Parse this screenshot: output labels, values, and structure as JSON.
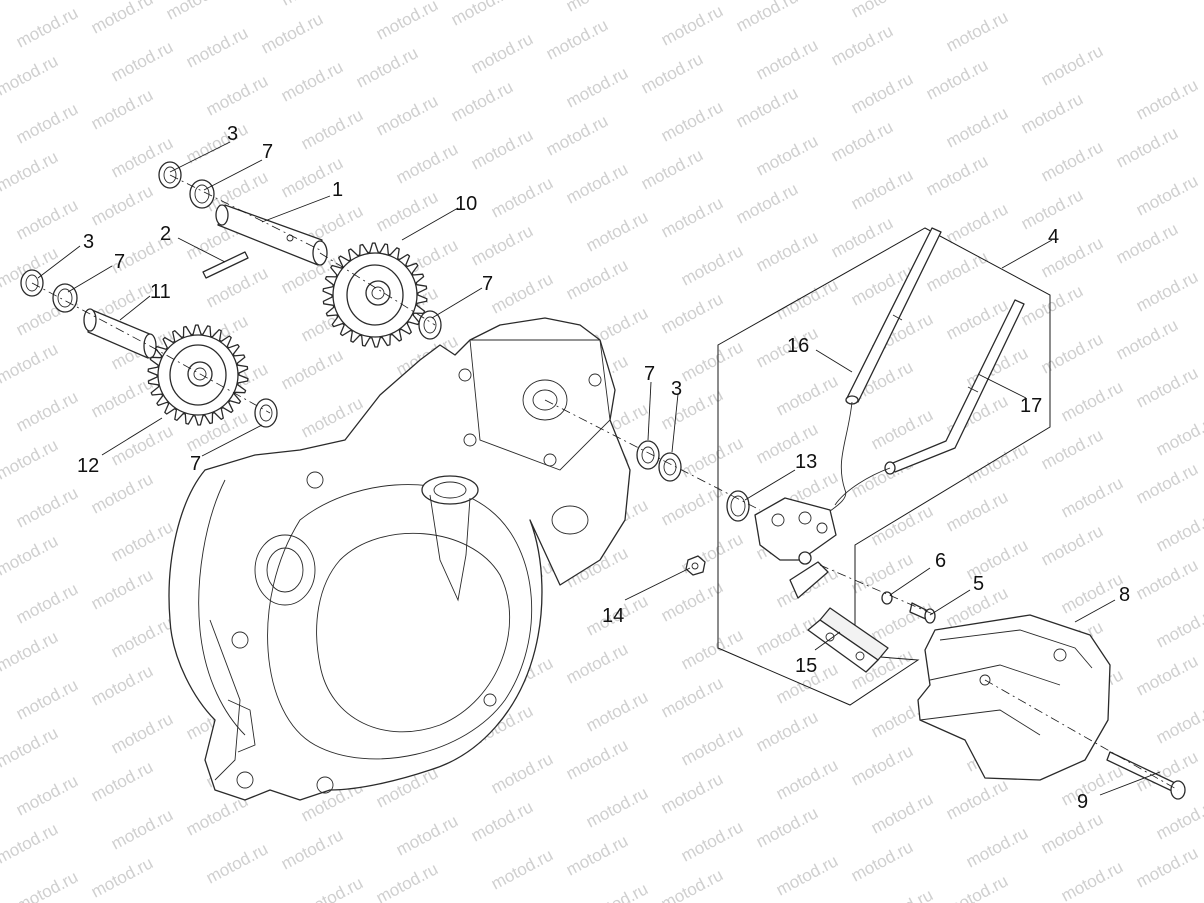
{
  "watermark": "motod.ru",
  "callouts": [
    {
      "id": "c3a",
      "label": "3"
    },
    {
      "id": "c7a",
      "label": "7"
    },
    {
      "id": "c1",
      "label": "1"
    },
    {
      "id": "c10",
      "label": "10"
    },
    {
      "id": "c2",
      "label": "2"
    },
    {
      "id": "c3b",
      "label": "3"
    },
    {
      "id": "c7b",
      "label": "7"
    },
    {
      "id": "c11",
      "label": "11"
    },
    {
      "id": "c7c",
      "label": "7"
    },
    {
      "id": "c4",
      "label": "4"
    },
    {
      "id": "c16",
      "label": "16"
    },
    {
      "id": "c17",
      "label": "17"
    },
    {
      "id": "c7d",
      "label": "7"
    },
    {
      "id": "c3c",
      "label": "3"
    },
    {
      "id": "c12",
      "label": "12"
    },
    {
      "id": "c7e",
      "label": "7"
    },
    {
      "id": "c13",
      "label": "13"
    },
    {
      "id": "c6",
      "label": "6"
    },
    {
      "id": "c5",
      "label": "5"
    },
    {
      "id": "c8",
      "label": "8"
    },
    {
      "id": "c14",
      "label": "14"
    },
    {
      "id": "c15",
      "label": "15"
    },
    {
      "id": "c9",
      "label": "9"
    }
  ]
}
